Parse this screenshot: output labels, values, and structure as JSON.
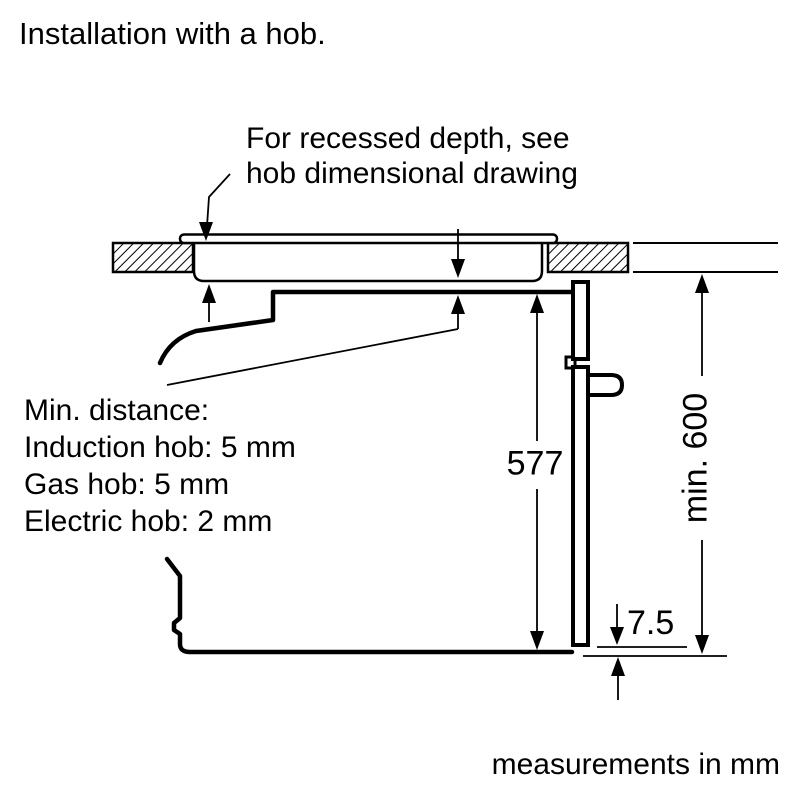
{
  "title": "Installation with a hob.",
  "footer": "measurements in mm",
  "annotations": {
    "recessed_depth": {
      "line1": "For recessed depth, see",
      "line2": "hob dimensional drawing"
    },
    "min_distance": {
      "heading": "Min. distance:",
      "items": [
        "Induction hob: 5 mm",
        "Gas hob: 5 mm",
        "Electric hob: 2 mm"
      ]
    }
  },
  "dimensions": {
    "oven_height_mm": "577",
    "niche_height_mm": "min. 600",
    "bottom_gap_mm": "7.5"
  },
  "colors": {
    "line": "#000000",
    "background": "#ffffff"
  }
}
